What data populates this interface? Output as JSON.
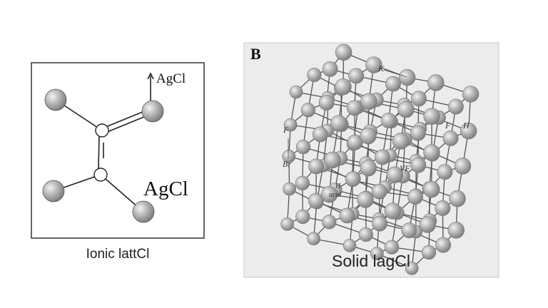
{
  "panel_a": {
    "top_label": "AgCl",
    "side_label": "AgCl",
    "caption": "Ionic lattCl"
  },
  "panel_b": {
    "letter": "B",
    "caption": "Solid lagCl",
    "labels": {
      "k": "K",
      "f_left": "F",
      "br": "Br",
      "f_right": "F",
      "h_right": "H",
      "vf": "VF",
      "h_center": "H",
      "ucal": "ucal"
    },
    "background": "#ececec"
  },
  "colors": {
    "atom": "#a8a8a8",
    "bond": "#555555",
    "frame": "#333333"
  }
}
